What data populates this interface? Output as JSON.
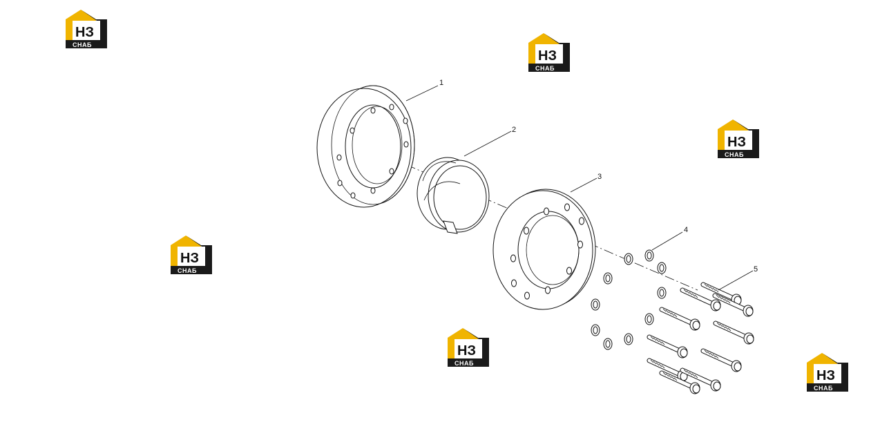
{
  "logo": {
    "mark": "НЗ",
    "sub": "СНАБ",
    "colors": {
      "accent": "#f0b400",
      "dark": "#1a1a1a",
      "text_light": "#ffffff"
    }
  },
  "callouts": [
    "1",
    "2",
    "3",
    "4",
    "5"
  ],
  "parts": [
    {
      "ref": "1",
      "name": "outer-flange-ring"
    },
    {
      "ref": "2",
      "name": "split-bushing"
    },
    {
      "ref": "3",
      "name": "inner-flange-ring"
    },
    {
      "ref": "4",
      "name": "washer"
    },
    {
      "ref": "5",
      "name": "bolt"
    }
  ]
}
